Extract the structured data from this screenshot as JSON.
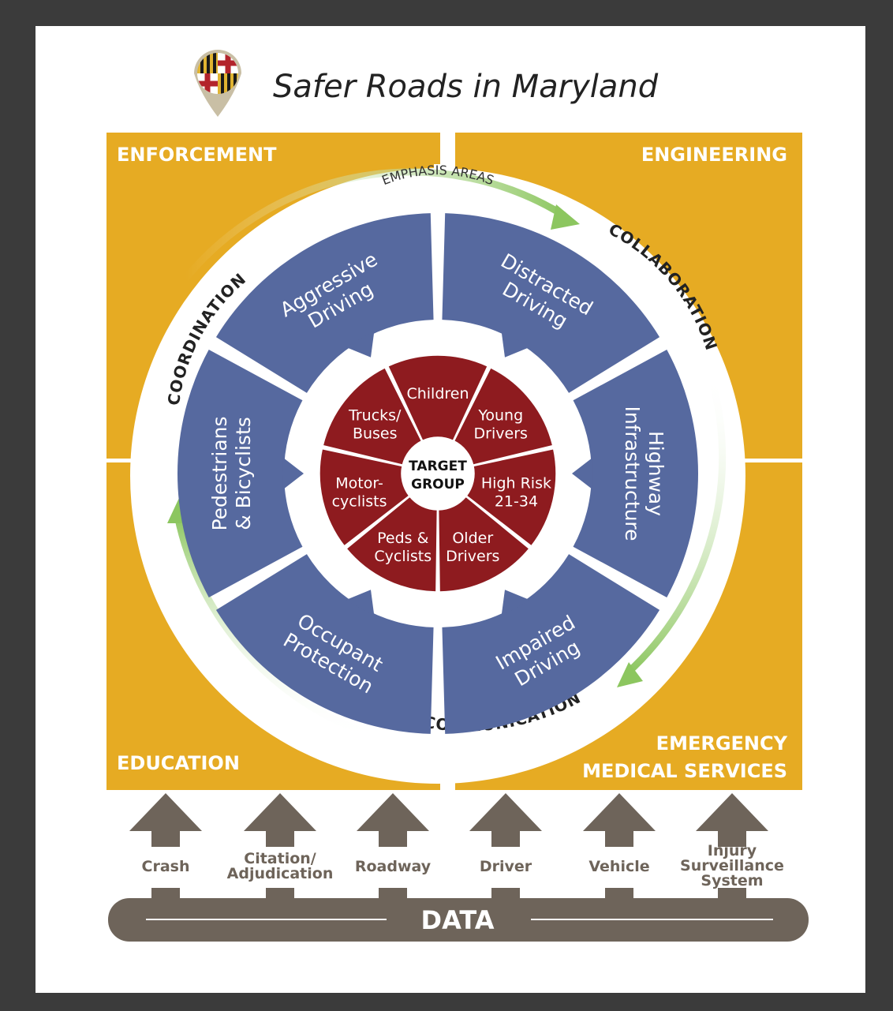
{
  "title": "Safer Roads in Maryland",
  "logo": "maryland-flag-pin-icon",
  "quadrants": {
    "enforcement": "ENFORCEMENT",
    "engineering": "ENGINEERING",
    "education": "EDUCATION",
    "ems_line1": "EMERGENCY",
    "ems_line2": "MEDICAL SERVICES"
  },
  "ring_labels": {
    "emphasis": "EMPHASIS AREAS",
    "collaboration": "COLLABORATION",
    "coordination": "COORDINATION",
    "communication": "COMMUNICATION"
  },
  "emphasis_areas": [
    {
      "line1": "Aggressive",
      "line2": "Driving"
    },
    {
      "line1": "Distracted",
      "line2": "Driving"
    },
    {
      "line1": "Highway",
      "line2": "Infrastructure"
    },
    {
      "line1": "Impaired",
      "line2": "Driving"
    },
    {
      "line1": "Occupant",
      "line2": "Protection"
    },
    {
      "line1": "Pedestrians",
      "line2": "& Bicyclists"
    }
  ],
  "target_groups": [
    {
      "line1": "Children",
      "line2": ""
    },
    {
      "line1": "Young",
      "line2": "Drivers"
    },
    {
      "line1": "High Risk",
      "line2": "21-34"
    },
    {
      "line1": "Older",
      "line2": "Drivers"
    },
    {
      "line1": "Peds &",
      "line2": "Cyclists"
    },
    {
      "line1": "Motor-",
      "line2": "cyclists"
    },
    {
      "line1": "Trucks/",
      "line2": "Buses"
    }
  ],
  "center": {
    "line1": "TARGET",
    "line2": "GROUP"
  },
  "data_sources": [
    {
      "line1": "Crash",
      "line2": "",
      "line3": ""
    },
    {
      "line1": "Citation/",
      "line2": "Adjudication",
      "line3": ""
    },
    {
      "line1": "Roadway",
      "line2": "",
      "line3": ""
    },
    {
      "line1": "Driver",
      "line2": "",
      "line3": ""
    },
    {
      "line1": "Vehicle",
      "line2": "",
      "line3": ""
    },
    {
      "line1": "Injury",
      "line2": "Surveillance",
      "line3": "System"
    }
  ],
  "data_bar": "DATA",
  "colors": {
    "gold": "#e6ab23",
    "blue": "#56699f",
    "red": "#8e1b1f",
    "green": "#8cc65f",
    "gray_brown": "#6e645a",
    "background": "#3b3b3b"
  }
}
